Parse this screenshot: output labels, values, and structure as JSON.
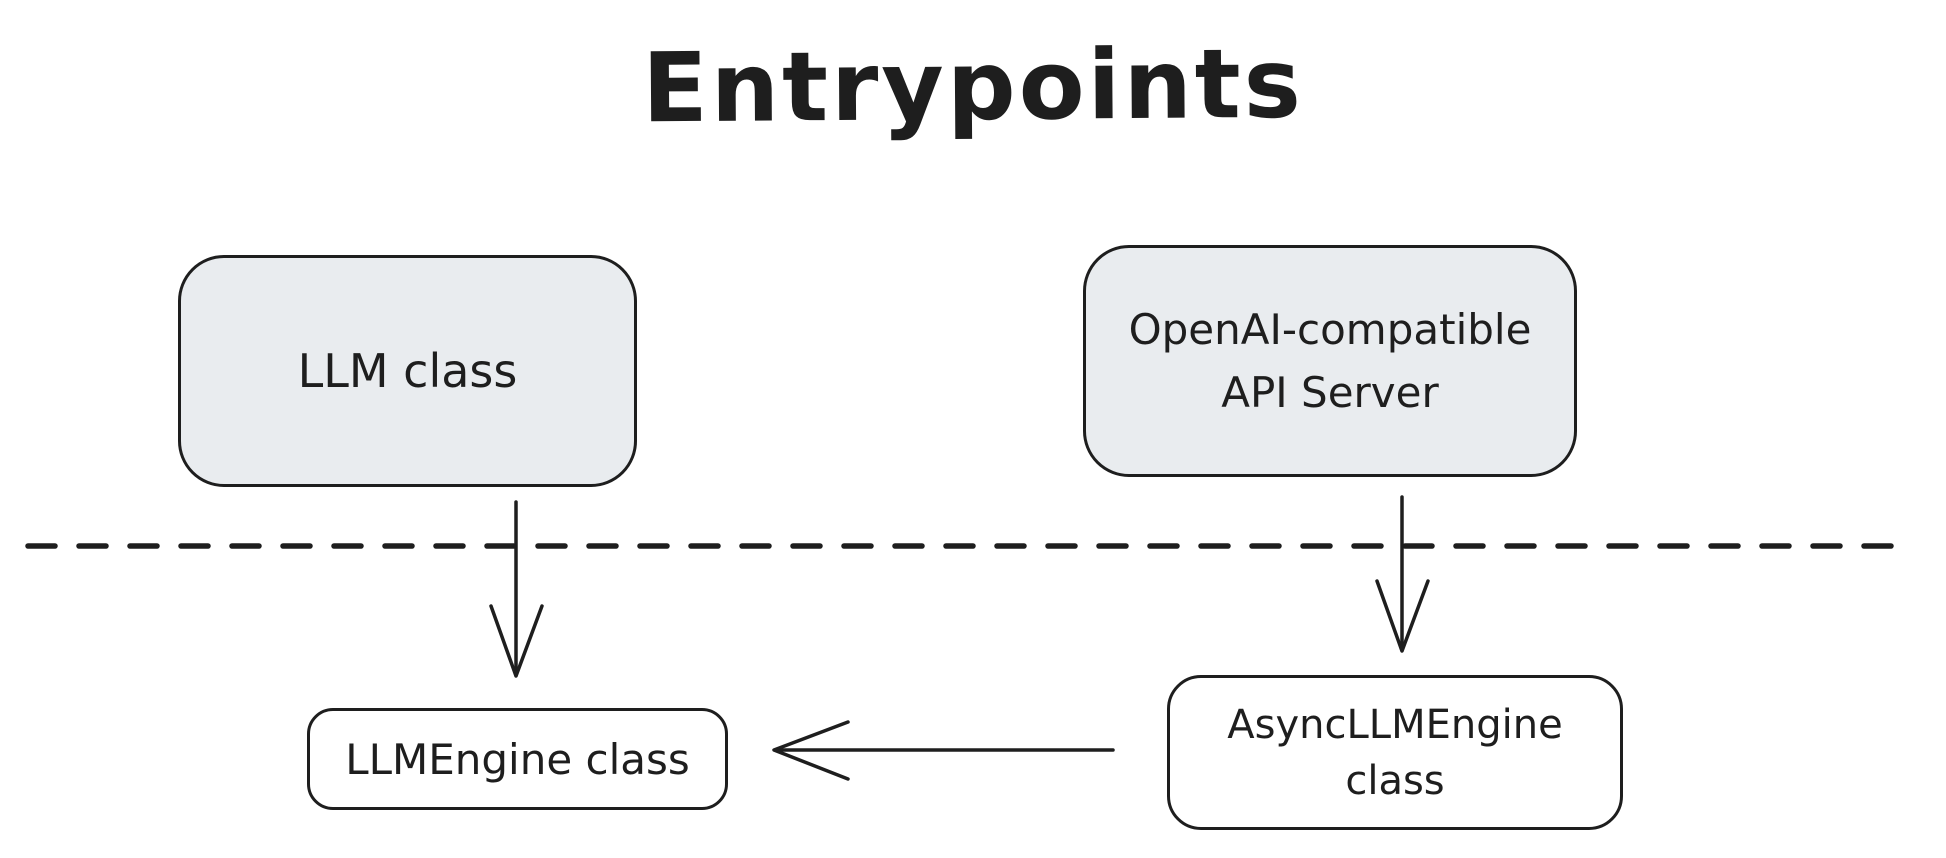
{
  "diagram": {
    "title": "Entrypoints",
    "nodes": {
      "llm_class": {
        "label": "LLM class",
        "fill": "#e9ecef"
      },
      "api_server": {
        "lines": [
          "OpenAI-compatible",
          "API Server"
        ],
        "fill": "#e9ecef"
      },
      "llm_engine": {
        "label": "LLMEngine class",
        "fill": "#ffffff"
      },
      "async_llm_engine": {
        "lines": [
          "AsyncLLMEngine",
          "class"
        ],
        "fill": "#ffffff"
      }
    },
    "edges": [
      {
        "from": "LLM class",
        "to": "LLMEngine class",
        "direction": "down"
      },
      {
        "from": "OpenAI-compatible API Server",
        "to": "AsyncLLMEngine class",
        "direction": "down"
      },
      {
        "from": "AsyncLLMEngine class",
        "to": "LLMEngine class",
        "direction": "left"
      }
    ],
    "separator": "dashed horizontal line",
    "colors": {
      "stroke": "#1e1e1e",
      "node_fill_gray": "#e9ecef",
      "node_fill_white": "#ffffff",
      "background": "#ffffff"
    }
  }
}
